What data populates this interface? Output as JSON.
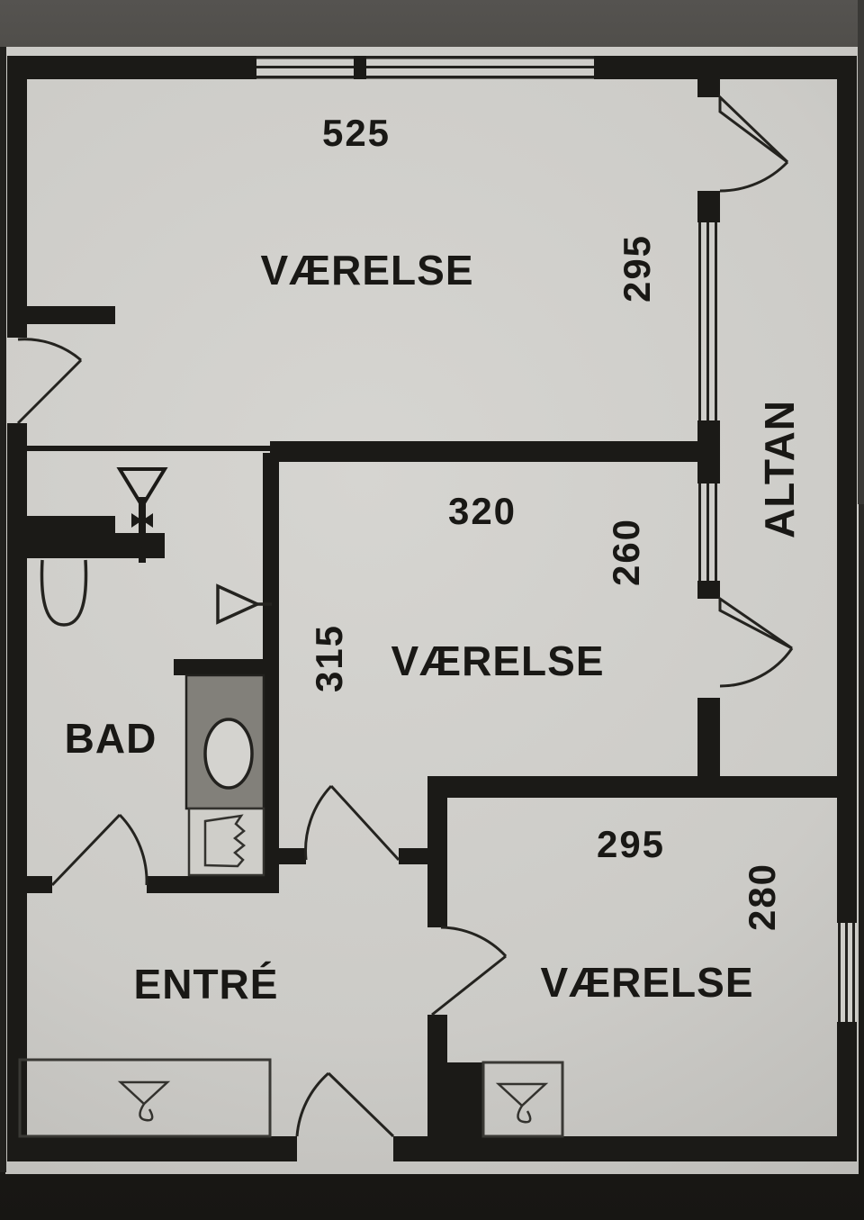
{
  "title": "Apartment floor plan (photo)",
  "labels": {
    "room_top": "VÆRELSE",
    "dim_top_width": "525",
    "dim_top_height": "295",
    "balcony": "ALTAN",
    "dim_mid_width": "320",
    "dim_mid_height_right": "260",
    "dim_mid_height_left": "315",
    "room_mid": "VÆRELSE",
    "bathroom": "BAD",
    "dim_bottom_width": "295",
    "dim_bottom_height": "280",
    "room_bottom": "VÆRELSE",
    "entrance": "ENTRÉ"
  },
  "rooms": [
    {
      "name": "VÆRELSE",
      "width_cm": 525,
      "depth_cm": 295,
      "position": "top"
    },
    {
      "name": "VÆRELSE",
      "width_cm": 320,
      "depth_left_cm": 315,
      "depth_right_cm": 260,
      "position": "middle"
    },
    {
      "name": "VÆRELSE",
      "width_cm": 295,
      "depth_cm": 280,
      "position": "bottom-right"
    },
    {
      "name": "BAD",
      "position": "left"
    },
    {
      "name": "ENTRÉ",
      "position": "bottom-left"
    },
    {
      "name": "ALTAN",
      "position": "right"
    }
  ],
  "colors": {
    "paper": "#d2d1cd",
    "wall": "#1b1a17",
    "counter_gray": "#82807a",
    "photo_background": "#504e4a",
    "line": "#23221f"
  }
}
